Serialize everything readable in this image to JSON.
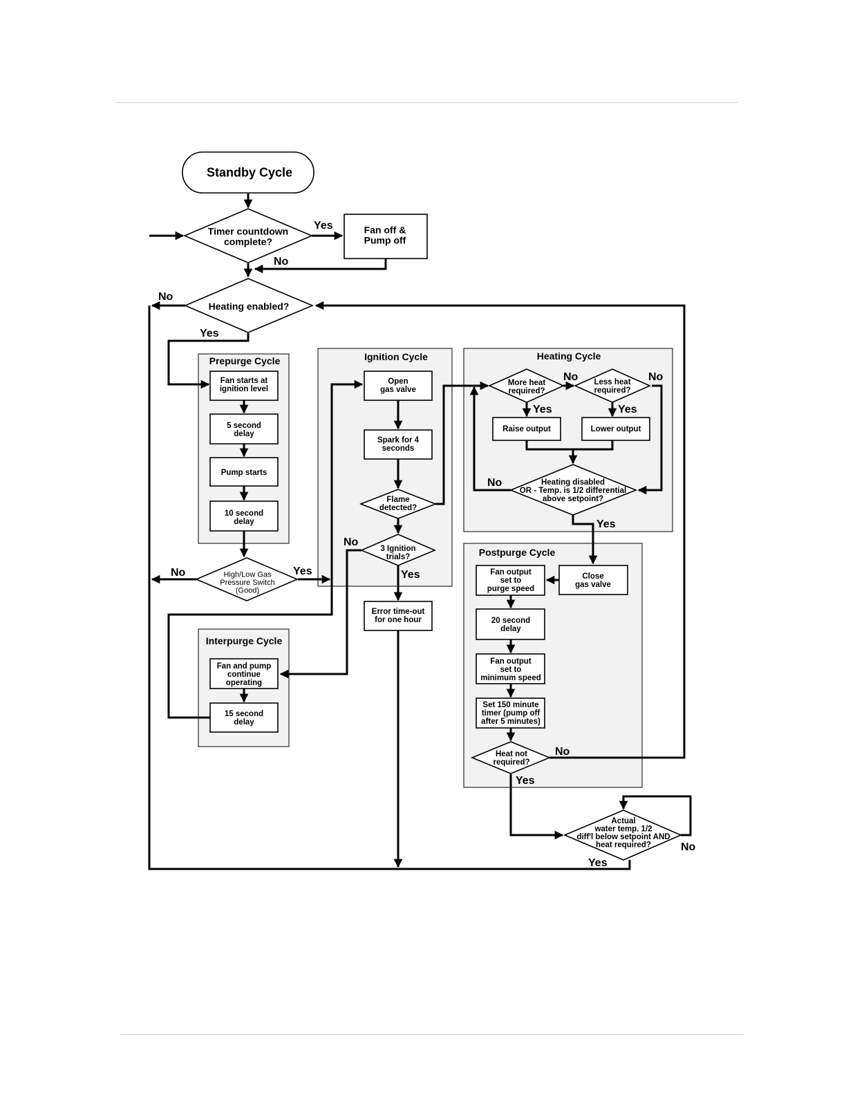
{
  "nodes": {
    "standby": [
      "Standby Cycle"
    ],
    "timer": [
      "Timer countdown",
      "complete?"
    ],
    "fanoff": [
      "Fan off &",
      "Pump off"
    ],
    "heating_enabled": [
      "Heating enabled?"
    ],
    "fan_starts": [
      "Fan starts at",
      "ignition level"
    ],
    "delay5": [
      "5 second",
      "delay"
    ],
    "pump_starts": [
      "Pump starts"
    ],
    "delay10": [
      "10 second",
      "delay"
    ],
    "gas_switch": [
      "High/Low Gas",
      "Pressure Switch",
      "(Good)"
    ],
    "open_valve": [
      "Open",
      "gas valve"
    ],
    "spark": [
      "Spark for 4",
      "seconds"
    ],
    "flame": [
      "Flame",
      "detected?"
    ],
    "trials": [
      "3 Ignition",
      "trials?"
    ],
    "error": [
      "Error time-out",
      "for one hour"
    ],
    "fan_pump_cont": [
      "Fan and pump",
      "continue",
      "operating"
    ],
    "delay15": [
      "15 second",
      "delay"
    ],
    "more_heat": [
      "More heat",
      "required?"
    ],
    "less_heat": [
      "Less heat",
      "required?"
    ],
    "raise": [
      "Raise output"
    ],
    "lower": [
      "Lower output"
    ],
    "heat_disabled": [
      "Heating disabled",
      "OR - Temp. is 1/2 differential",
      "above setpoint?"
    ],
    "close_valve": [
      "Close",
      "gas valve"
    ],
    "purge_speed": [
      "Fan output",
      "set to",
      "purge speed"
    ],
    "delay20": [
      "20 second",
      "delay"
    ],
    "min_speed": [
      "Fan output",
      "set to",
      "minimum speed"
    ],
    "timer150": [
      "Set 150 minute",
      "timer (pump off",
      "after 5 minutes)"
    ],
    "heat_not_req": [
      "Heat not",
      "required?"
    ],
    "actual_temp": [
      "Actual",
      "water temp. 1/2",
      "diff'l below setpoint AND",
      "heat required?"
    ]
  },
  "groups": {
    "prepurge": "Prepurge Cycle",
    "ignition": "Ignition Cycle",
    "heating": "Heating Cycle",
    "postpurge": "Postpurge Cycle",
    "interpurge": "Interpurge Cycle"
  },
  "answers": {
    "yes": "Yes",
    "no": "No"
  }
}
